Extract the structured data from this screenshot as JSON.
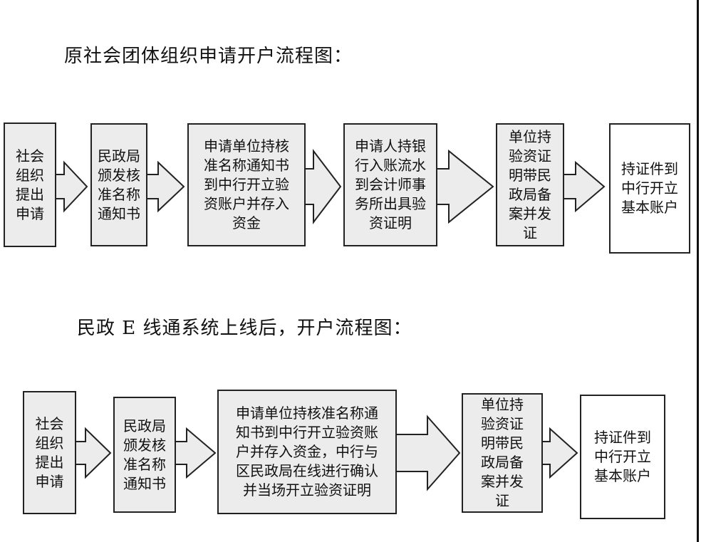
{
  "title1": "原社会团体组织申请开户流程图：",
  "title2": "民政 E 线通系统上线后，开户流程图：",
  "flow1": [
    "社会\n组织\n提出\n申请",
    "民政局\n颁发核\n准名称\n通知书",
    "申请单位持核\n准名称通知书\n到中行开立验\n资账户并存入\n资金",
    "申请人持银\n行入账流水\n到会计师事\n务所出具验\n资证明",
    "单位持\n验资证\n明带民\n政局备\n案并发\n证",
    "持证件到\n中行开立\n基本账户"
  ],
  "flow2": [
    "社会\n组织\n提出\n申请",
    "民政局\n颁发核\n准名称\n通知书",
    "申请单位持核准名称通\n知书到中行开立验资账\n户并存入资金，中行与\n区民政局在线进行确认\n并当场开立验资证明",
    "单位持\n验资证\n明带民\n政局备\n案并发\n证",
    "持证件到\n中行开立\n基本账户"
  ]
}
